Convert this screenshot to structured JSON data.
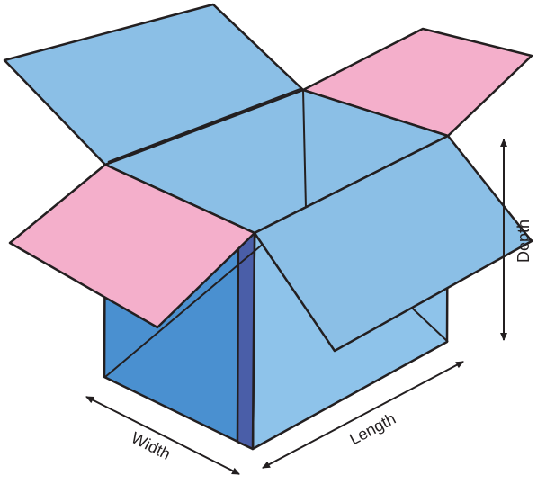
{
  "diagram": {
    "labels": {
      "width": "Width",
      "length": "Length",
      "depth": "Depth"
    },
    "colors": {
      "flap_blue": "#8bbfe6",
      "flap_pink": "#f4afcb",
      "front_side": "#4a90d0",
      "front_edge": "#4a5ea8",
      "right_side": "#8ec3ea",
      "outline": "#231f20"
    }
  }
}
